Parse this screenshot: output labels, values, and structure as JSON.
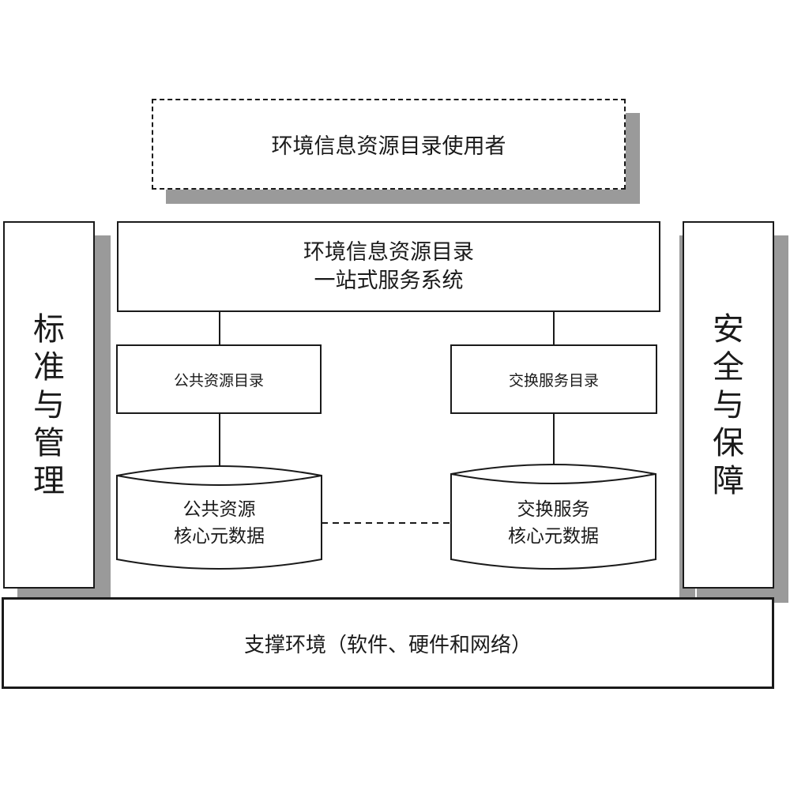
{
  "users_box": {
    "label": "环境信息资源目录使用者"
  },
  "service_system": {
    "line1": "环境信息资源目录",
    "line2": "一站式服务系统"
  },
  "public_catalog": {
    "label": "公共资源目录"
  },
  "exchange_catalog": {
    "label": "交换服务目录"
  },
  "public_metadata": {
    "line1": "公共资源",
    "line2": "核心元数据"
  },
  "exchange_metadata": {
    "line1": "交换服务",
    "line2": "核心元数据"
  },
  "left_pillar": {
    "chars": [
      "标",
      "准",
      "与",
      "管",
      "理"
    ]
  },
  "right_pillar": {
    "chars": [
      "安",
      "全",
      "与",
      "保",
      "障"
    ]
  },
  "support_env": {
    "label": "支撑环境（软件、硬件和网络）"
  }
}
